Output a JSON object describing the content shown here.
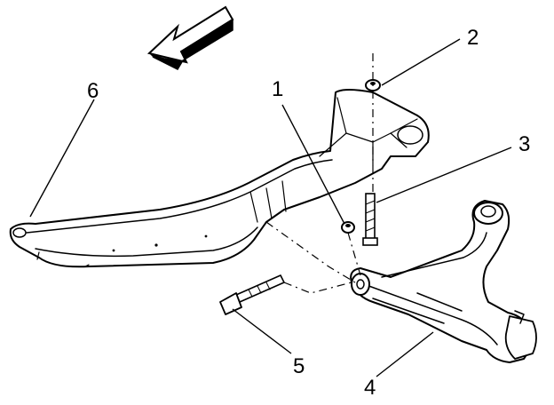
{
  "callouts": [
    {
      "id": "1",
      "label": "1"
    },
    {
      "id": "2",
      "label": "2"
    },
    {
      "id": "3",
      "label": "3"
    },
    {
      "id": "4",
      "label": "4"
    },
    {
      "id": "5",
      "label": "5"
    },
    {
      "id": "6",
      "label": "6"
    }
  ],
  "colors": {
    "ink": "#000000",
    "paper": "#ffffff"
  },
  "icons": {
    "direction_arrow": "forward-direction-arrow-icon"
  }
}
